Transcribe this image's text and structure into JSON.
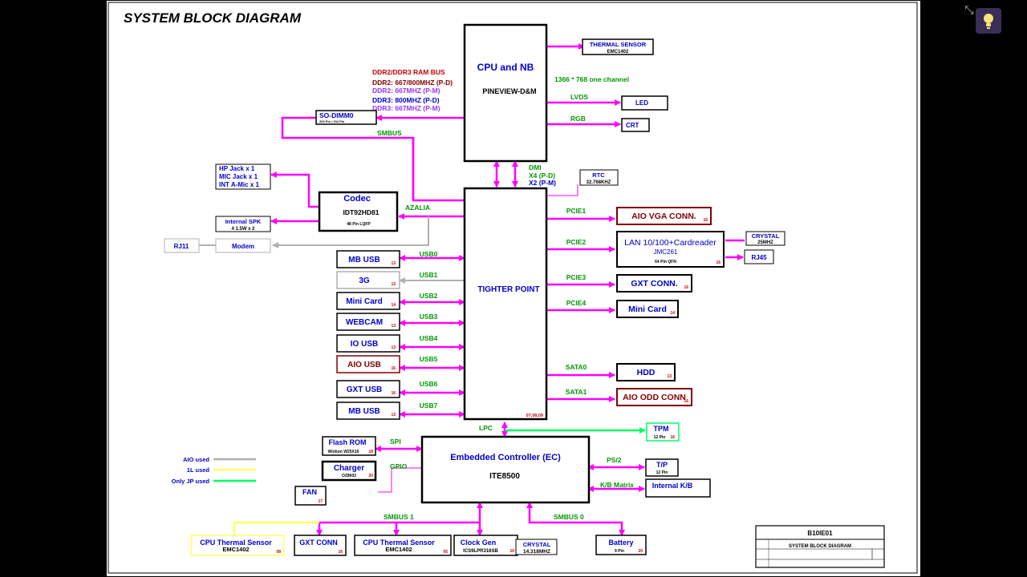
{
  "title": "SYSTEM BLOCK DIAGRAM",
  "colors": {
    "bus": "#ff00ff",
    "aio": "#b0b0b0",
    "l1": "#ffff66",
    "jp": "#00ff66",
    "blue": "#0000cc",
    "green": "#009900",
    "red": "#cc0000",
    "maroon": "#800000"
  },
  "cpu": {
    "title": "CPU and NB",
    "subtitle": "PINEVIEW-D&M"
  },
  "ram_bus": {
    "title": "DDR2/DDR3 RAM BUS",
    "l1": "DDR2: 667/800MHZ  (P-D)",
    "l2": "DDR2: 667MHZ  (P-M)",
    "l3": "DDR3: 800MHZ  (P-D)",
    "l4": "DDR3: 667MHZ  (P-M)"
  },
  "sodimm": {
    "title": "SO-DIMM0",
    "sub": "200 Pin / 204 Pin"
  },
  "smbus": "SMBUS",
  "thermal_top": {
    "title": "THERMAL SENSOR",
    "sub": "EMC1402"
  },
  "res_note": "1366 * 768 one channel",
  "lvds": "LVDS",
  "led": "LED",
  "rgb": "RGB",
  "crt": "CRT",
  "dmi": {
    "l1": "DMI",
    "l2": "X4 (P-D)",
    "l3": "X2 (P-M)"
  },
  "rtc": {
    "title": "RTC",
    "sub": "32.768KHZ"
  },
  "audio_jacks": {
    "l1": "HP Jack x 1",
    "l2": "MIC Jack x 1",
    "l3": "INT A-Mic x 1"
  },
  "codec": {
    "title": "Codec",
    "part": "IDT92HD81",
    "pkg": "48 Pin LQFP"
  },
  "azalia": "AZALIA",
  "spk": {
    "title": "Internal SPK",
    "sub": "4      1.5W x 2"
  },
  "rj11": "RJ11",
  "modem": "Modem",
  "southbridge": {
    "title": "TIGHTER POINT",
    "note": "07,08,09"
  },
  "usb_left": [
    {
      "dev": "MB USB",
      "bus": "USB0",
      "page": "13"
    },
    {
      "dev": "3G",
      "bus": "USB1",
      "page": "13"
    },
    {
      "dev": "Mini Card",
      "bus": "USB2",
      "page": "14"
    },
    {
      "dev": "WEBCAM",
      "bus": "USB3",
      "page": "13"
    },
    {
      "dev": "IO USB",
      "bus": "USB4",
      "page": "13"
    },
    {
      "dev": "AIO USB",
      "bus": "USB5",
      "page": "16"
    },
    {
      "dev": "GXT USB",
      "bus": "USB6",
      "page": "16"
    },
    {
      "dev": "MB USB",
      "bus": "USB7",
      "page": "13"
    }
  ],
  "right_bus": [
    {
      "bus": "PCIE1",
      "dev": "AIO VGA CONN.",
      "page": "16"
    },
    {
      "bus": "PCIE2",
      "dev": "LAN 10/100+Cardreader",
      "part": "JMC261",
      "pkg": "64 Pin QFN",
      "page": "16"
    },
    {
      "bus": "PCIE3",
      "dev": "GXT CONN.",
      "page": "16"
    },
    {
      "bus": "PCIE4",
      "dev": "Mini Card",
      "page": "14"
    },
    {
      "bus": "SATA0",
      "dev": "HDD",
      "page": "13"
    },
    {
      "bus": "SATA1",
      "dev": "AIO ODD CONN",
      "page": "16"
    }
  ],
  "crystal_lan": {
    "title": "CRYSTAL",
    "sub": "25MHZ"
  },
  "rj45": "RJ45",
  "lpc": "LPC",
  "tpm": {
    "title": "TPM",
    "sub": "12 Pin",
    "page": "16"
  },
  "ec": {
    "title": "Embedded Controller (EC)",
    "part": "ITE8500"
  },
  "flash": {
    "title": "Flash ROM",
    "sub": "Winbon W25X16",
    "page": "18"
  },
  "spi": "SPI",
  "charger": {
    "title": "Charger",
    "sub": "OZ8602",
    "page": "20"
  },
  "gpio": "GPIO",
  "fan": {
    "title": "FAN",
    "page": "17"
  },
  "ps2": "PS/2",
  "tp": {
    "title": "T/P",
    "sub": "12 Pin"
  },
  "kbm": "K/B Matrix",
  "ikb": "Internal K/B",
  "smbus1": "SMBUS 1",
  "smbus0": "SMBUS 0",
  "legend": [
    {
      "label": "AIO used",
      "key": "aio"
    },
    {
      "label": "1L used",
      "key": "l1"
    },
    {
      "label": "Only JP used",
      "key": "jp"
    }
  ],
  "bottom": {
    "cpu_thermal_l": {
      "title": "CPU Thermal Sensor",
      "sub": "EMC1402",
      "page": "08"
    },
    "gxt": {
      "title": "GXT CONN",
      "page": "16"
    },
    "cpu_thermal": {
      "title": "CPU Thermal Sensor",
      "sub": "EMC1402",
      "page": "05"
    },
    "clock": {
      "title": "Clock Gen",
      "sub": "ICS9LPR316SB",
      "page": "10"
    },
    "crystal": {
      "title": "CRYSTAL",
      "sub": "14.318MHZ"
    },
    "battery": {
      "title": "Battery",
      "sub": "9 Pin",
      "page": "20"
    }
  },
  "titleblock": {
    "code": "B10IE01",
    "name": "SYSTEM BLOCK DIAGRAM"
  }
}
